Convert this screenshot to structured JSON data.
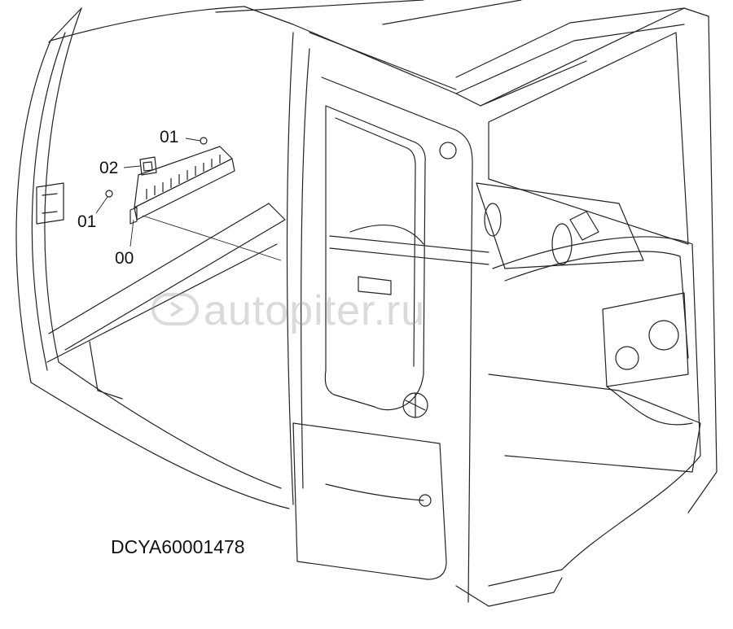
{
  "callouts": {
    "top_screw": "01",
    "clip": "02",
    "lower_screw": "01",
    "bracket": "00"
  },
  "drawing_id": "DCYA60001478",
  "watermark": "autopiter.ru"
}
